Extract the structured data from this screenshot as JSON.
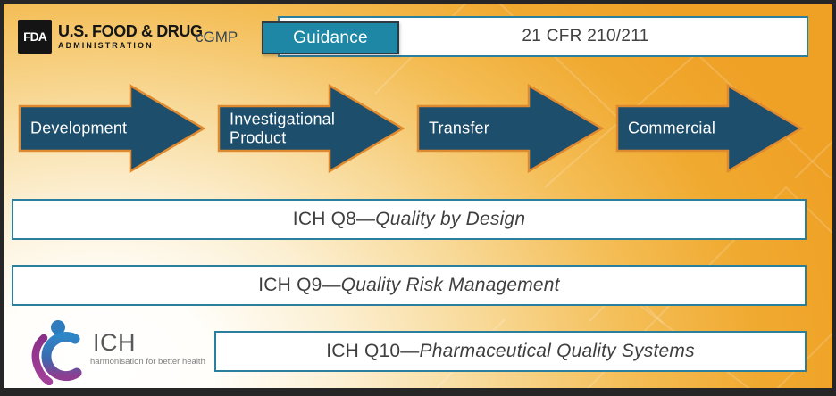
{
  "header": {
    "fda_logo": {
      "abbr": "FDA",
      "name_line1": "U.S. FOOD & DRUG",
      "name_line2": "ADMINISTRATION"
    },
    "cgmp_label": "cGMP",
    "guidance_label": "Guidance",
    "cfr_label": "21 CFR 210/211"
  },
  "process_arrows": [
    {
      "label": "Development"
    },
    {
      "label": "Investigational Product"
    },
    {
      "label": "Transfer"
    },
    {
      "label": "Commercial"
    }
  ],
  "ich_bars": [
    {
      "prefix": "ICH Q8—",
      "title": "Quality by Design"
    },
    {
      "prefix": "ICH Q9—",
      "title": "Quality Risk Management"
    },
    {
      "prefix": "ICH Q10—",
      "title": "Pharmaceutical Quality Systems"
    }
  ],
  "ich_logo": {
    "name": "ICH",
    "tagline": "harmonisation for better health"
  },
  "colors": {
    "teal_accent": "#1e87a6",
    "box_border_teal": "#2b7f9e",
    "arrow_fill": "#1d4e6b",
    "arrow_stroke": "#e08a30",
    "background_orange": "#efa126",
    "frame_dark": "#262626",
    "text_dark": "#414141"
  }
}
